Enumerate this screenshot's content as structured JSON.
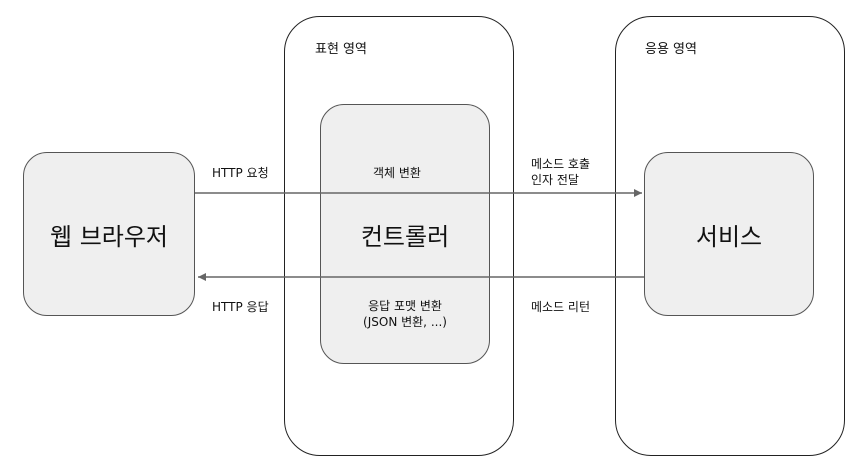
{
  "diagram": {
    "regions": {
      "presentation": {
        "label": "표현 영역"
      },
      "application": {
        "label": "응용 영역"
      }
    },
    "nodes": {
      "browser": {
        "label": "웹 브라우저"
      },
      "controller": {
        "label": "컨트롤러"
      },
      "service": {
        "label": "서비스"
      }
    },
    "labels": {
      "http_request": "HTTP 요청",
      "object_conversion": "객체 변환",
      "method_call_line1": "메소드 호출",
      "method_call_line2": "인자 전달",
      "http_response": "HTTP 응답",
      "response_format_line1": "응답 포맷 변환",
      "response_format_line2": "(JSON 변환, ...)",
      "method_return": "메소드 리턴"
    },
    "colors": {
      "node_fill": "#efefef",
      "arrow": "#666666",
      "border": "#222222"
    }
  }
}
